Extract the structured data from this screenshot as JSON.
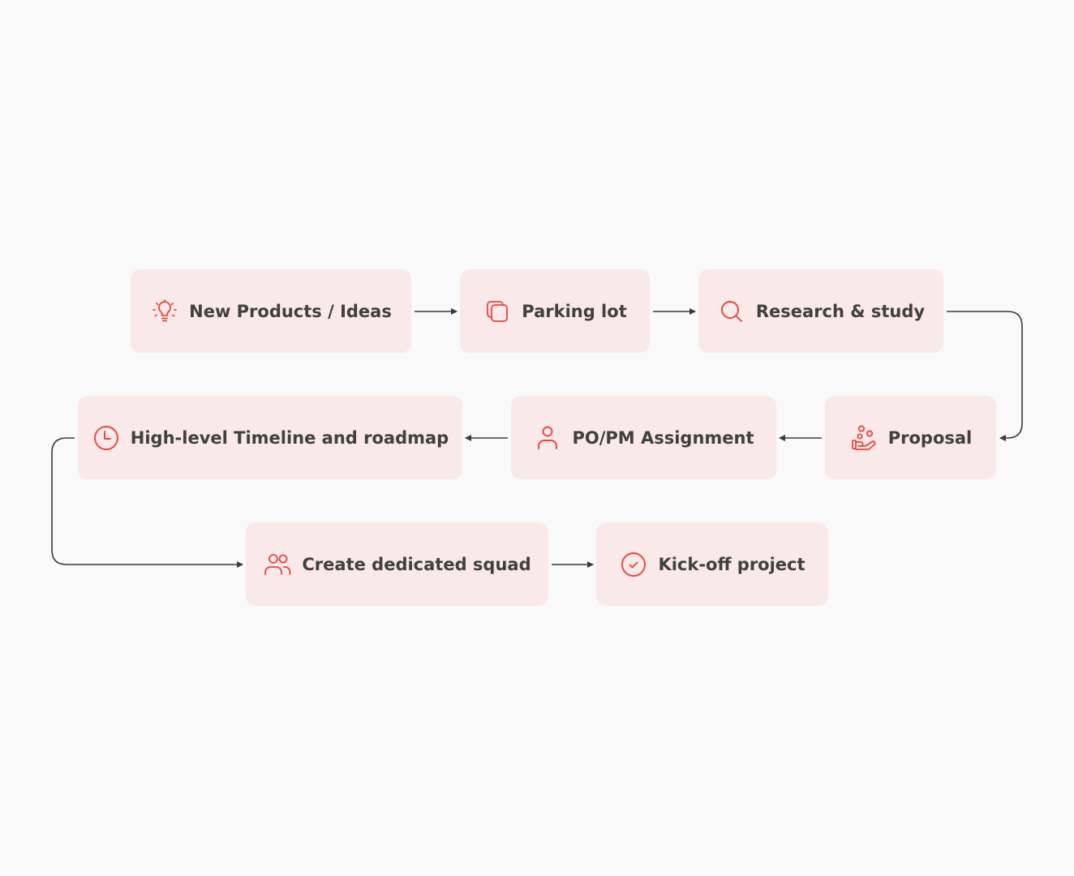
{
  "diagram": {
    "accent_color": "#e8453c",
    "node_fill": "#f9e9e8",
    "connector_color": "#3a3a3a",
    "text_color": "#404040",
    "nodes": [
      {
        "id": "new-products",
        "label": "New Products / Ideas",
        "icon": "lightbulb-icon"
      },
      {
        "id": "parking-lot",
        "label": "Parking lot",
        "icon": "copy-icon"
      },
      {
        "id": "research",
        "label": "Research & study",
        "icon": "search-icon"
      },
      {
        "id": "proposal",
        "label": "Proposal",
        "icon": "hand-coins-icon"
      },
      {
        "id": "po-pm",
        "label": "PO/PM Assignment",
        "icon": "user-icon"
      },
      {
        "id": "timeline",
        "label": "High-level Timeline and roadmap",
        "icon": "clock-icon"
      },
      {
        "id": "squad",
        "label": "Create dedicated squad",
        "icon": "users-icon"
      },
      {
        "id": "kickoff",
        "label": "Kick-off project",
        "icon": "check-circle-icon"
      }
    ],
    "edges": [
      {
        "from": "new-products",
        "to": "parking-lot"
      },
      {
        "from": "parking-lot",
        "to": "research"
      },
      {
        "from": "research",
        "to": "proposal"
      },
      {
        "from": "proposal",
        "to": "po-pm"
      },
      {
        "from": "po-pm",
        "to": "timeline"
      },
      {
        "from": "timeline",
        "to": "squad"
      },
      {
        "from": "squad",
        "to": "kickoff"
      }
    ]
  }
}
